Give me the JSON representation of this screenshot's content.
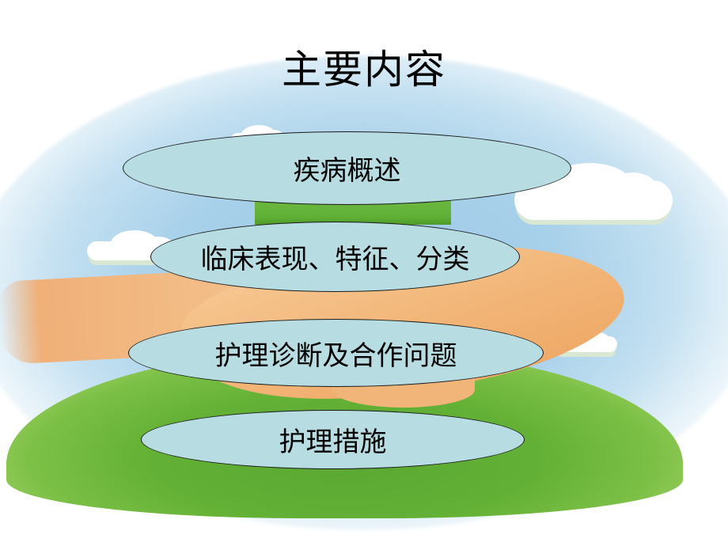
{
  "slide": {
    "title": "主要内容",
    "items": [
      {
        "label": "疾病概述"
      },
      {
        "label": "临床表现、特征、分类"
      },
      {
        "label": "护理诊断及合作问题"
      },
      {
        "label": "护理措施"
      }
    ]
  },
  "colors": {
    "ellipse_fill": "#b7dde2",
    "ellipse_border": "#1a1a1a",
    "sky": "#a7d0ea",
    "hill_green": "#62b035",
    "hand": "#f2b577",
    "text": "#000000"
  },
  "illustration": {
    "description": "hand holding a green hill under a blue sky with clouds"
  }
}
